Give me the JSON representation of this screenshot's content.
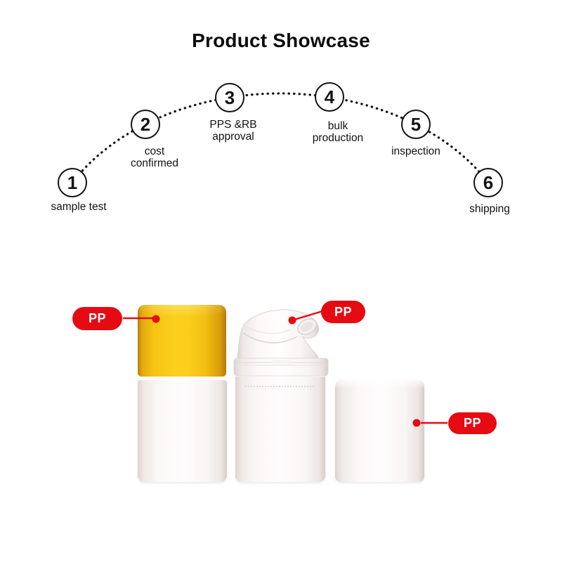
{
  "title": "Product Showcase",
  "process": {
    "steps": [
      {
        "num": "1",
        "label": "sample test"
      },
      {
        "num": "2",
        "label": "cost\nconfirmed"
      },
      {
        "num": "3",
        "label": "PPS &RB\napproval"
      },
      {
        "num": "4",
        "label": "bulk\nproduction"
      },
      {
        "num": "5",
        "label": "inspection"
      },
      {
        "num": "6",
        "label": "shipping"
      }
    ]
  },
  "materials": {
    "pp": [
      "PP",
      "PP",
      "PP"
    ]
  },
  "colors": {
    "accent_red": "#e60b12",
    "cap_yellow": "#f9ca16",
    "line_black": "#141414"
  }
}
